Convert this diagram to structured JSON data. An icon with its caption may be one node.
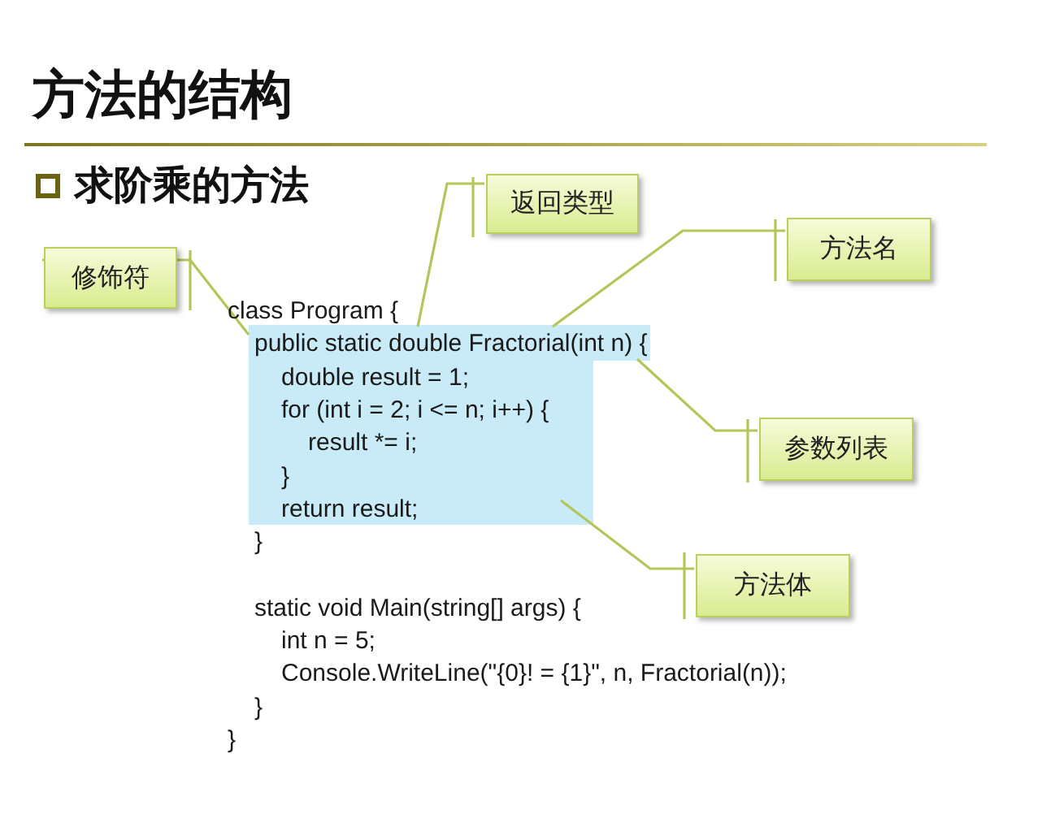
{
  "diagram": {
    "title": "方法的结构",
    "nodes": [
      {
        "text": [
          "修饰符"
        ]
      },
      {
        "text": [
          "返回类型"
        ]
      },
      {
        "text": [
          "方法名"
        ]
      },
      {
        "text": [
          "参数列表"
        ]
      },
      {
        "text": [
          "方法体"
        ]
      },
      {
        "text": [],
        "shape": "box"
      }
    ],
    "edges": [
      {
        "from": 0,
        "to": 5,
        "arrow": "none"
      },
      {
        "from": 1,
        "to": 5,
        "arrow": "none"
      },
      {
        "from": 2,
        "to": 5,
        "arrow": "none"
      },
      {
        "from": 3,
        "to": 5,
        "arrow": "none"
      },
      {
        "from": 4,
        "to": 5,
        "arrow": "none"
      }
    ],
    "labels": [
      "求阶乘的方法",
      "class Program {",
      "public static double Fractorial(int n) {",
      "double result = 1;",
      "for (int i = 2; i <= n; i++) {",
      "result *= i;",
      "}",
      "return result;",
      "}",
      "static void Main(string[] args) {",
      "int n = 5;",
      "Console.WriteLine(\"{0}! = {1}\", n, Fractorial(n));",
      "}",
      "}"
    ]
  }
}
